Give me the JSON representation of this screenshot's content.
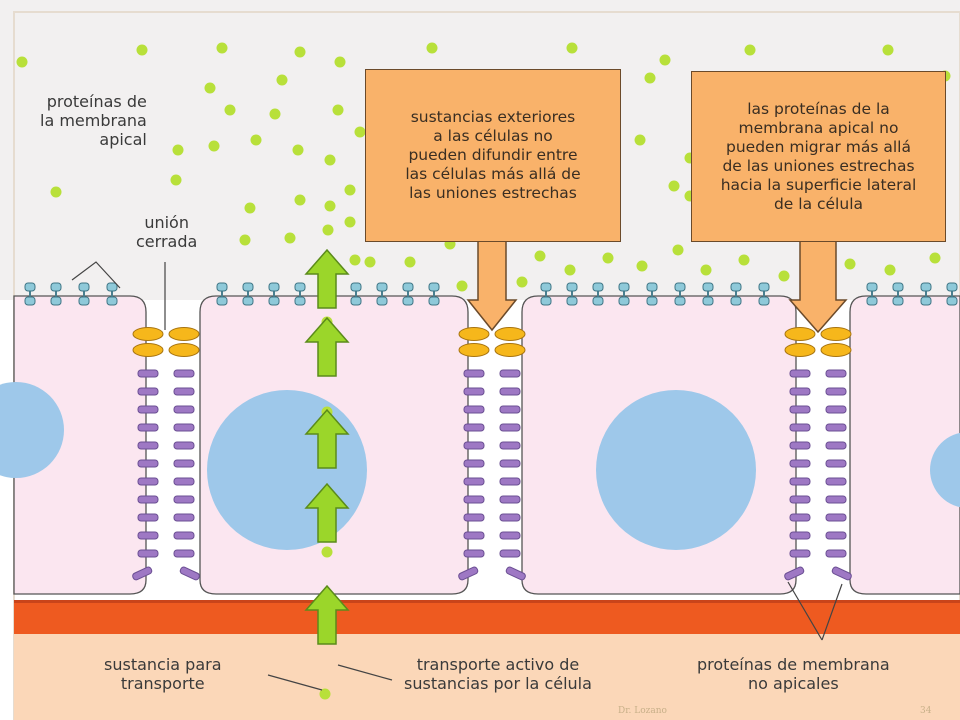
{
  "labels": {
    "apical_proteins": "proteínas de\nla membrana\napical",
    "tight_junction": "unión\ncerrada",
    "substance_transport": "sustancia para\ntransporte",
    "active_transport": "transporte activo de\nsustancias por la célula",
    "nonapical_proteins": "proteínas de membrana\nno apicales"
  },
  "callouts": {
    "left": "sustancias exteriores\na las células no\npueden difundir entre\nlas células más allá de\nlas uniones estrechas",
    "right": "las proteínas de la\nmembrana apical no\npueden migrar más allá\nde las uniones estrechas\nhacia la superficie lateral\nde la célula"
  },
  "footer": {
    "author": "Dr. Lozano",
    "page": "34"
  },
  "colors": {
    "background_apical": "#f2f0f0",
    "cell_cytoplasm": "#fbe6f0",
    "nucleus": "#9ec8ea",
    "basal_lamina": "#ee5a20",
    "basal_region": "#fbd7b8",
    "molecule": "#b8e03a",
    "arrow": "#9bd62a",
    "callout": "#f9b26a",
    "junction_protein": "#f6b71b",
    "lateral_protein": "#9e78c4",
    "apical_protein": "#8ec9d9"
  }
}
